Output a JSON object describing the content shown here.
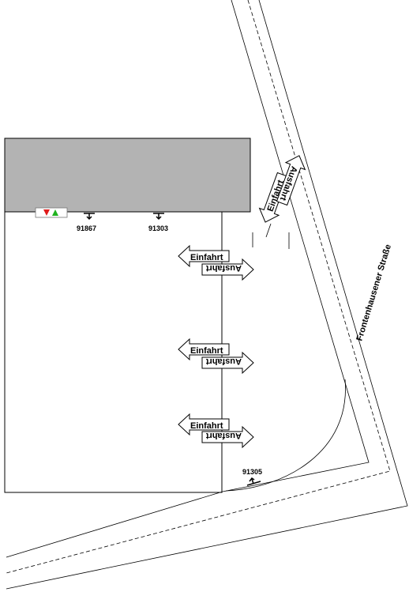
{
  "street": {
    "name": "Frontenhausener Straße"
  },
  "arrow_labels": {
    "entry": "Einfahrt",
    "exit": "Ausfahrt"
  },
  "sensors": [
    {
      "id": "91867"
    },
    {
      "id": "91303"
    },
    {
      "id": "91305"
    }
  ],
  "signal_icon": {
    "name": "traffic-direction-icon",
    "colors": {
      "down": "#e01b1b",
      "up": "#1fb21f"
    }
  },
  "colors": {
    "building": "#b3b3b3",
    "line": "#000000",
    "background": "#ffffff"
  }
}
